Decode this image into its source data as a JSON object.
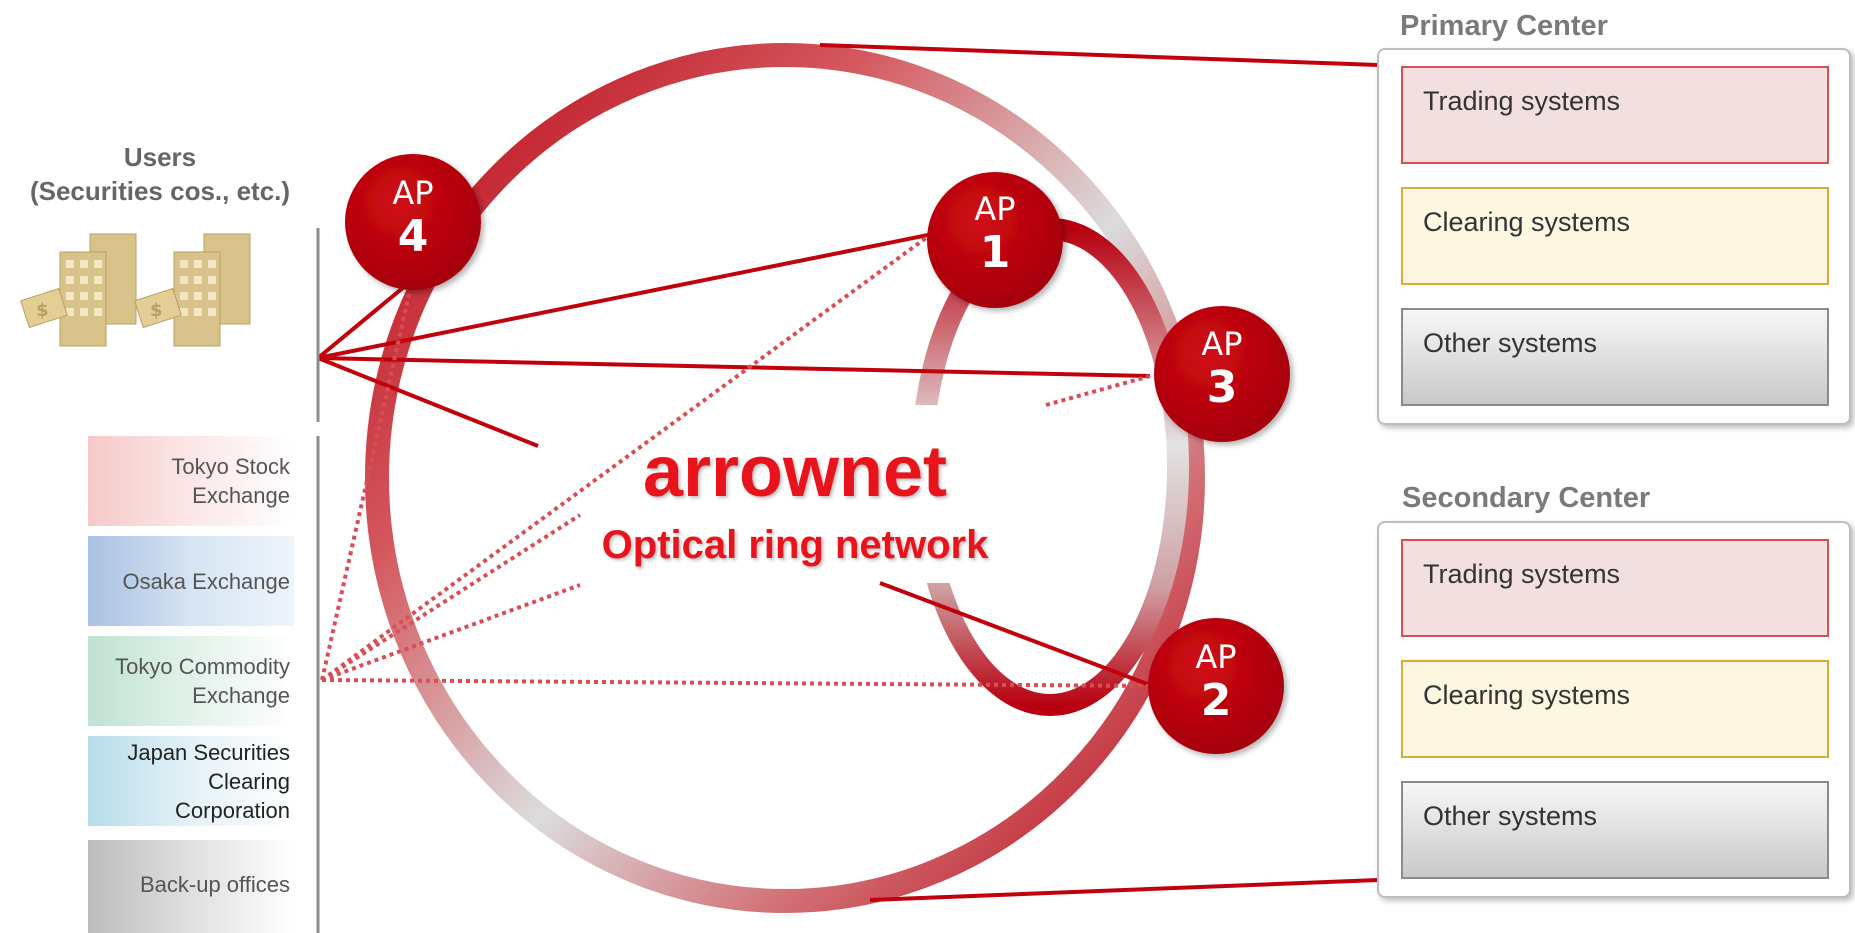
{
  "users": {
    "title_line1": "Users",
    "title_line2": "(Securities cos., etc.)",
    "icon": "office-buildings-icon"
  },
  "exchanges": [
    {
      "line1": "Tokyo Stock",
      "line2": "Exchange"
    },
    {
      "line1": "Osaka Exchange",
      "line2": ""
    },
    {
      "line1": "Tokyo Commodity",
      "line2": "Exchange"
    },
    {
      "line1": "Japan Securities",
      "line2": "Clearing Corporation"
    },
    {
      "line1": "Back-up offices",
      "line2": ""
    }
  ],
  "network": {
    "name": "arrownet",
    "subtitle": "Optical ring network",
    "ring_color": "#c0000b"
  },
  "access_points": [
    {
      "label": "AP",
      "number": "1"
    },
    {
      "label": "AP",
      "number": "2"
    },
    {
      "label": "AP",
      "number": "3"
    },
    {
      "label": "AP",
      "number": "4"
    }
  ],
  "centers": [
    {
      "title": "Primary Center",
      "systems": [
        "Trading systems",
        "Clearing systems",
        "Other systems"
      ]
    },
    {
      "title": "Secondary Center",
      "systems": [
        "Trading systems",
        "Clearing systems",
        "Other systems"
      ]
    }
  ]
}
